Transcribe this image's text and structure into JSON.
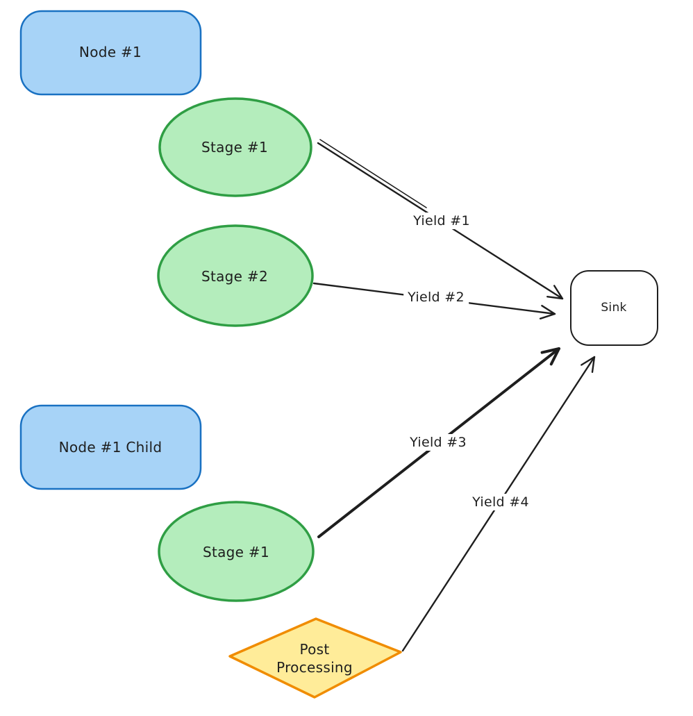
{
  "canvas": {
    "background": "#ffffff",
    "stroke_color": "#1e1e1e",
    "text_color": "#1e1e1e"
  },
  "nodes": [
    {
      "id": "node1",
      "label": "Node #1",
      "shape": "rounded-rectangle",
      "fill": "#a7d3f7",
      "stroke": "#1971c2"
    },
    {
      "id": "stage1-top",
      "label": "Stage #1",
      "shape": "ellipse",
      "fill": "#b4edbc",
      "stroke": "#2f9e44"
    },
    {
      "id": "stage2",
      "label": "Stage #2",
      "shape": "ellipse",
      "fill": "#b4edbc",
      "stroke": "#2f9e44"
    },
    {
      "id": "node1-child",
      "label": "Node #1 Child",
      "shape": "rounded-rectangle",
      "fill": "#a7d3f7",
      "stroke": "#1971c2"
    },
    {
      "id": "stage1-bottom",
      "label": "Stage #1",
      "shape": "ellipse",
      "fill": "#b4edbc",
      "stroke": "#2f9e44"
    },
    {
      "id": "post-processing",
      "label": "Post Processing",
      "shape": "diamond",
      "fill": "#ffec99",
      "stroke": "#f08c00"
    },
    {
      "id": "sink",
      "label": "Sink",
      "shape": "rounded-rectangle",
      "fill": "#ffffff",
      "stroke": "#1e1e1e"
    }
  ],
  "edges": [
    {
      "id": "yield1",
      "label": "Yield #1",
      "from": "stage1-top",
      "to": "sink",
      "style": "thin-arrow"
    },
    {
      "id": "yield2",
      "label": "Yield #2",
      "from": "stage2",
      "to": "sink",
      "style": "thin-arrow"
    },
    {
      "id": "yield3",
      "label": "Yield #3",
      "from": "stage1-bottom",
      "to": "sink",
      "style": "thick-arrow"
    },
    {
      "id": "yield4",
      "label": "Yield #4",
      "from": "post-processing",
      "to": "sink",
      "style": "thin-arrow"
    }
  ]
}
